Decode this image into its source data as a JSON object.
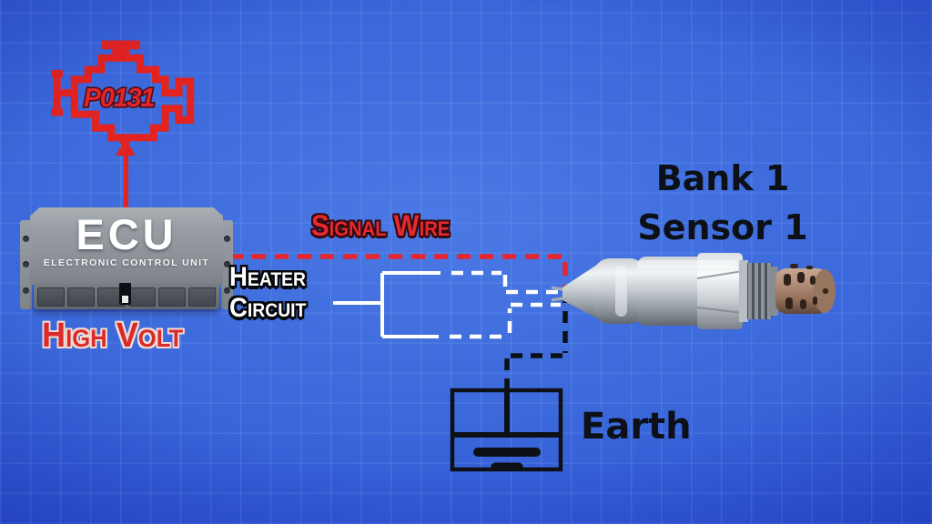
{
  "scene": {
    "trouble_code": "P0131",
    "ecu": {
      "name": "ECU",
      "subtitle": "ELECTRONIC CONTROL UNIT",
      "status_label": "High Volt"
    },
    "wires": {
      "signal_label": "Signal Wire",
      "heater_label_line1": "Heater",
      "heater_label_line2": "Circuit",
      "signal_color": "#e8242e",
      "heater_color": "#ffffff",
      "ground_color": "#0d1016"
    },
    "sensor": {
      "label_line1": "Bank 1",
      "label_line2": "Sensor 1"
    },
    "ground": {
      "label": "Earth"
    },
    "icons": [
      "check-engine-icon",
      "earth-ground-icon",
      "oxygen-sensor-image"
    ],
    "background_color": "#3a67da"
  }
}
